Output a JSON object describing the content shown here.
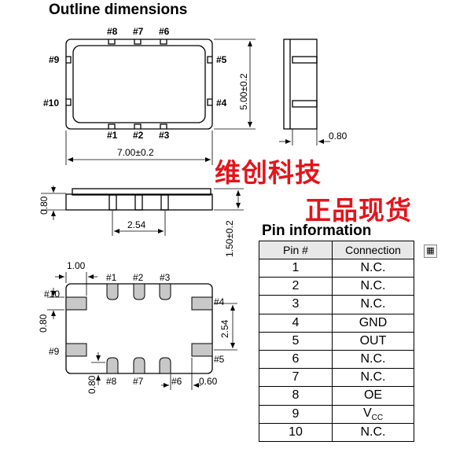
{
  "title": "Outline dimensions",
  "overlay": {
    "line1": "维创科技",
    "line2": "正品现货"
  },
  "top_view": {
    "pins_top": [
      "#8",
      "#7",
      "#6"
    ],
    "pins_bottom": [
      "#1",
      "#2",
      "#3"
    ],
    "pin_left_top": "#9",
    "pin_left_bottom": "#10",
    "pin_right_top": "#5",
    "pin_right_bottom": "#4",
    "width_dim": "7.00±0.2",
    "height_dim": "5.00±0.2"
  },
  "side_view": {
    "lead_dim": "0.80"
  },
  "front_view": {
    "height_dim": "0.80",
    "pitch_dim": "2.54",
    "total_height_dim": "1.50±0.2"
  },
  "bottom_view": {
    "pad_width_dim": "1.00",
    "pins_top": [
      "#1",
      "#2",
      "#3"
    ],
    "pins_bottom": [
      "#8",
      "#7",
      "#6"
    ],
    "pin_left_top": "#10",
    "pin_left_bottom": "#9",
    "pin_right_top": "#4",
    "pin_right_bottom": "#5",
    "pad_height_dim": "0.80",
    "vertical_pitch_dim": "2.54",
    "bottom_pad_dim": "0.80",
    "gap_dim": "0.60"
  },
  "pin_info": {
    "title": "Pin information",
    "headers": [
      "Pin #",
      "Connection"
    ],
    "rows": [
      [
        "1",
        "N.C."
      ],
      [
        "2",
        "N.C."
      ],
      [
        "3",
        "N.C."
      ],
      [
        "4",
        "GND"
      ],
      [
        "5",
        "OUT"
      ],
      [
        "6",
        "N.C."
      ],
      [
        "7",
        "N.C."
      ],
      [
        "8",
        "OE"
      ],
      [
        "9",
        "V"
      ],
      [
        "10",
        "N.C."
      ]
    ],
    "vcc_sub": "CC"
  },
  "expand_icon": "table-expand-icon"
}
